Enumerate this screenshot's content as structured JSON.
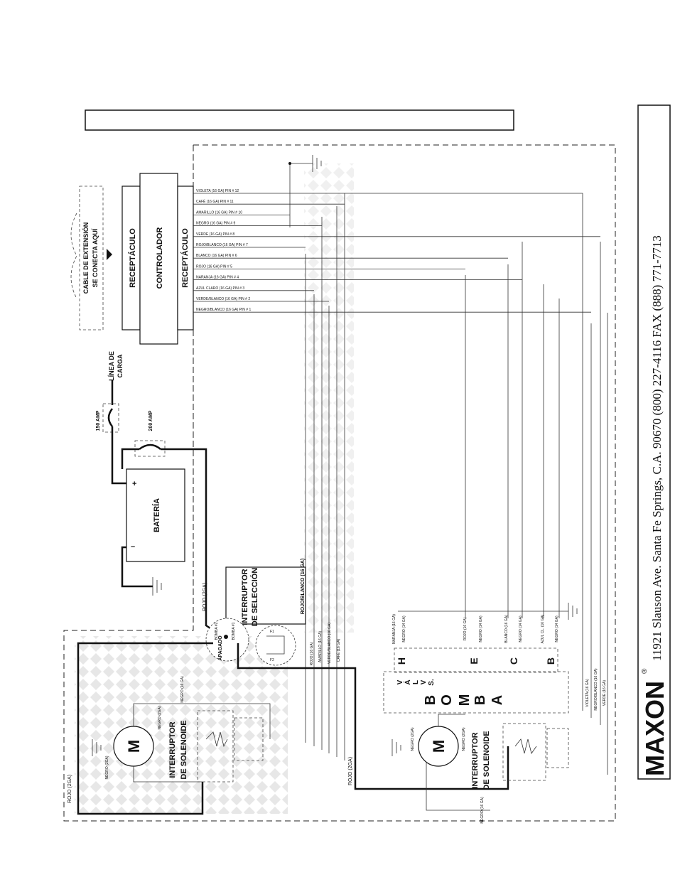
{
  "receptacle": {
    "left_label": "RECEPTÁCULO",
    "controller_label": "CONTROLADOR",
    "right_label": "RECEPTÁCULO"
  },
  "extension_note": {
    "line1": "CABLE DE EXTENSIÓN",
    "line2": "SE  CONECTA AQUÍ"
  },
  "pins": [
    "VIOLETA (16 GA) PIN # 12",
    "CAFÉ (16 GA) PIN # 11",
    "AMARILLO (16 GA) PIN # 10",
    "NEGRO (16 GA) PIN # 9",
    "VERDE (16 GA) PIN # 8",
    "ROJO/BLANCO (16 GA) PIN # 7",
    "BLANCO (16 GA) PIN # 6",
    "ROJO (16 GA) PIN # 5",
    "NARANJA (16 GA) PIN # 4",
    "AZUL CLARO (16 GA) PIN # 3",
    "VERDE/BLANCO (16 GA) PIN # 2",
    "NEGRO/BLANCO (16 GA) PIN # 1"
  ],
  "charge_line": {
    "line1": "LÍNEA DE",
    "line2": "CARGA"
  },
  "fuse150": "150 AMP",
  "fuse200": "200 AMP",
  "battery": {
    "label": "BATERÍA",
    "plus": "+",
    "minus": "–"
  },
  "selector": {
    "line1": "INTERRUPTOR",
    "line2": "DE SELECCIÓN",
    "f1": "F1",
    "f2": "F2",
    "apagado": "APAGADO",
    "bomba1": "BOMBA #1",
    "bomba2": "BOMBA #2"
  },
  "wire_labels": {
    "rojo2ga": "ROJO (2GA)",
    "rojo_blanco16": "ROJO/BLANCO (16 GA)",
    "rojo16": "ROJO (16 GA)",
    "amarillo16": "AMARILLO (16 GA)",
    "verde_blanco16": "VERDE/BLANCO (16 GA)",
    "cafe16": "CAFÉ (16 GA)",
    "negro16": "NEGRO (16 GA)",
    "negro2ga": "NEGRO (2GA)",
    "violeta16": "VIOLETA (16 GA)",
    "negro_blanco16": "NEGRO/BLANCO (16 GA)",
    "verde16": "VERDE (16 GA)",
    "naranja16": "NARANJA (16 GA)",
    "negro14": "NEGRO (14 GA)",
    "blanco16": "BLANCO (16 GA)",
    "azul_cl16": "AZUL CL. (16 GA)"
  },
  "pump1": {
    "motor": "M",
    "solenoid_line1": "INTERRUPTOR",
    "solenoid_line2": "DE SOLENOIDE"
  },
  "pump2": {
    "motor": "M",
    "solenoid_line1": "INTERRUPTOR",
    "solenoid_line2": "DE SOLENOIDE",
    "title": "BOMBA",
    "valve_letters": [
      "V",
      "Á",
      "L",
      "V",
      "S."
    ],
    "valve_codes": [
      "H",
      "E",
      "C",
      "B"
    ]
  },
  "footer": {
    "brand": "MAXON",
    "registered": "®",
    "address": "11921 Slauson Ave.   Santa Fe Springs, C.A.   90670   (800) 227-4116   FAX (888) 771-7713"
  }
}
